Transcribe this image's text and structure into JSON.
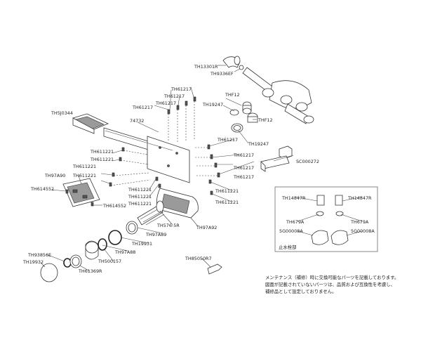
{
  "labels": {
    "th13301r": "TH13301R",
    "th9336ef": "TH9336EF",
    "th61217_a": "TH61217",
    "th61217_b": "TH61217",
    "th61217_c": "TH61217",
    "th61217_d": "TH61217",
    "thf12_a": "THF12",
    "thf12_b": "THF12",
    "th19247_a": "TH19247",
    "th19247_b": "TH19247",
    "th5j0344": "TH5J0344",
    "n74732": "74732",
    "th61217_e": "TH61217",
    "th61217_f": "TH61217",
    "th61217_g": "TH61217",
    "th61217_h": "TH61217",
    "sc000272": "SC000272",
    "th611221_a": "TH611221",
    "th611221_b": "TH611221",
    "th611221_c": "TH611221",
    "th611221_d": "TH611221",
    "th611221_e": "TH611221",
    "th611221_f": "TH611221",
    "th611221_g": "TH611221",
    "th611221_h": "TH611221",
    "th611221_i": "TH611221",
    "th97a90": "TH97A90",
    "th614552_a": "TH614552",
    "th614552_b": "TH614552",
    "th576_5r": "TH576-5R",
    "th97a89": "TH97A89",
    "th97a92": "TH97A92",
    "th19931": "TH19931",
    "th97a88": "TH97A88",
    "th93856e": "TH93856E",
    "th19932": "TH19932",
    "th500157": "TH500157",
    "th61369r": "TH61369R",
    "th85050r7": "TH85050R7",
    "th14847r_a": "TH14847R",
    "th14847r_b": "TH14847R",
    "th679a_a": "TH679A",
    "th679a_b": "TH679A",
    "sg00008a_a": "5G00008A",
    "sg00008a_b": "5G00008A",
    "stop_valve_part": "止水栓部"
  },
  "note": {
    "line1": "メンテナンス（補修）時に交換可能なパーツを記載しております。",
    "line2": "図面が記載されていないパーツは、品質および互換性を考慮し、",
    "line3": "補修品として設定しておりません。"
  }
}
